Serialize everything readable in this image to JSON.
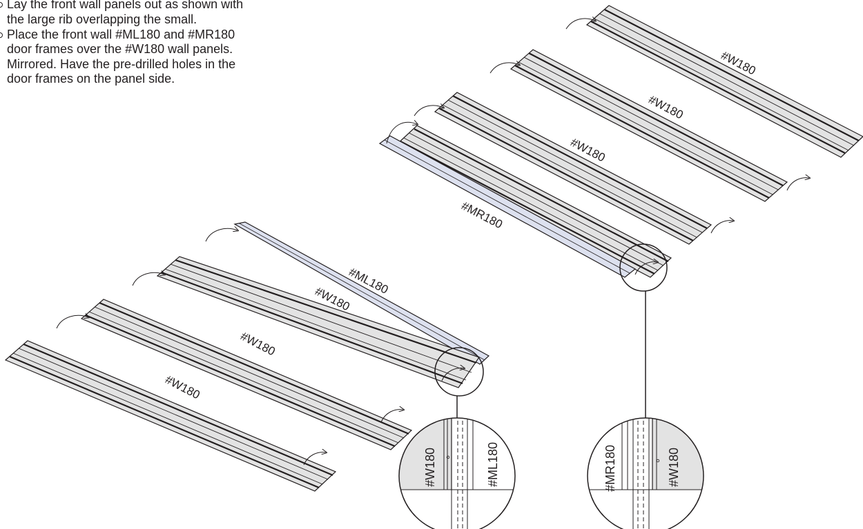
{
  "instructions": [
    "Lay the front wall panels out as shown with the large rib overlapping the small.",
    "Place the front wall #ML180 and #MR180 door frames over the #W180 wall panels. Mirrored. Have the pre-drilled holes in the door frames on the panel side."
  ],
  "left_assembly": {
    "frame_label": "#ML180",
    "panel_labels": [
      "#W180",
      "#W180",
      "#W180"
    ]
  },
  "right_assembly": {
    "panel_labels": [
      "#W180",
      "#W180",
      "#W180"
    ],
    "frame_label": "#MR180"
  },
  "detail_left": {
    "panel_label": "#W180",
    "frame_label": "#ML180"
  },
  "detail_right": {
    "frame_label": "#MR180",
    "panel_label": "#W180"
  },
  "colors": {
    "panel_fill": "#e3e3e3",
    "frame_fill": "#dde1ef",
    "line": "#231f20"
  }
}
